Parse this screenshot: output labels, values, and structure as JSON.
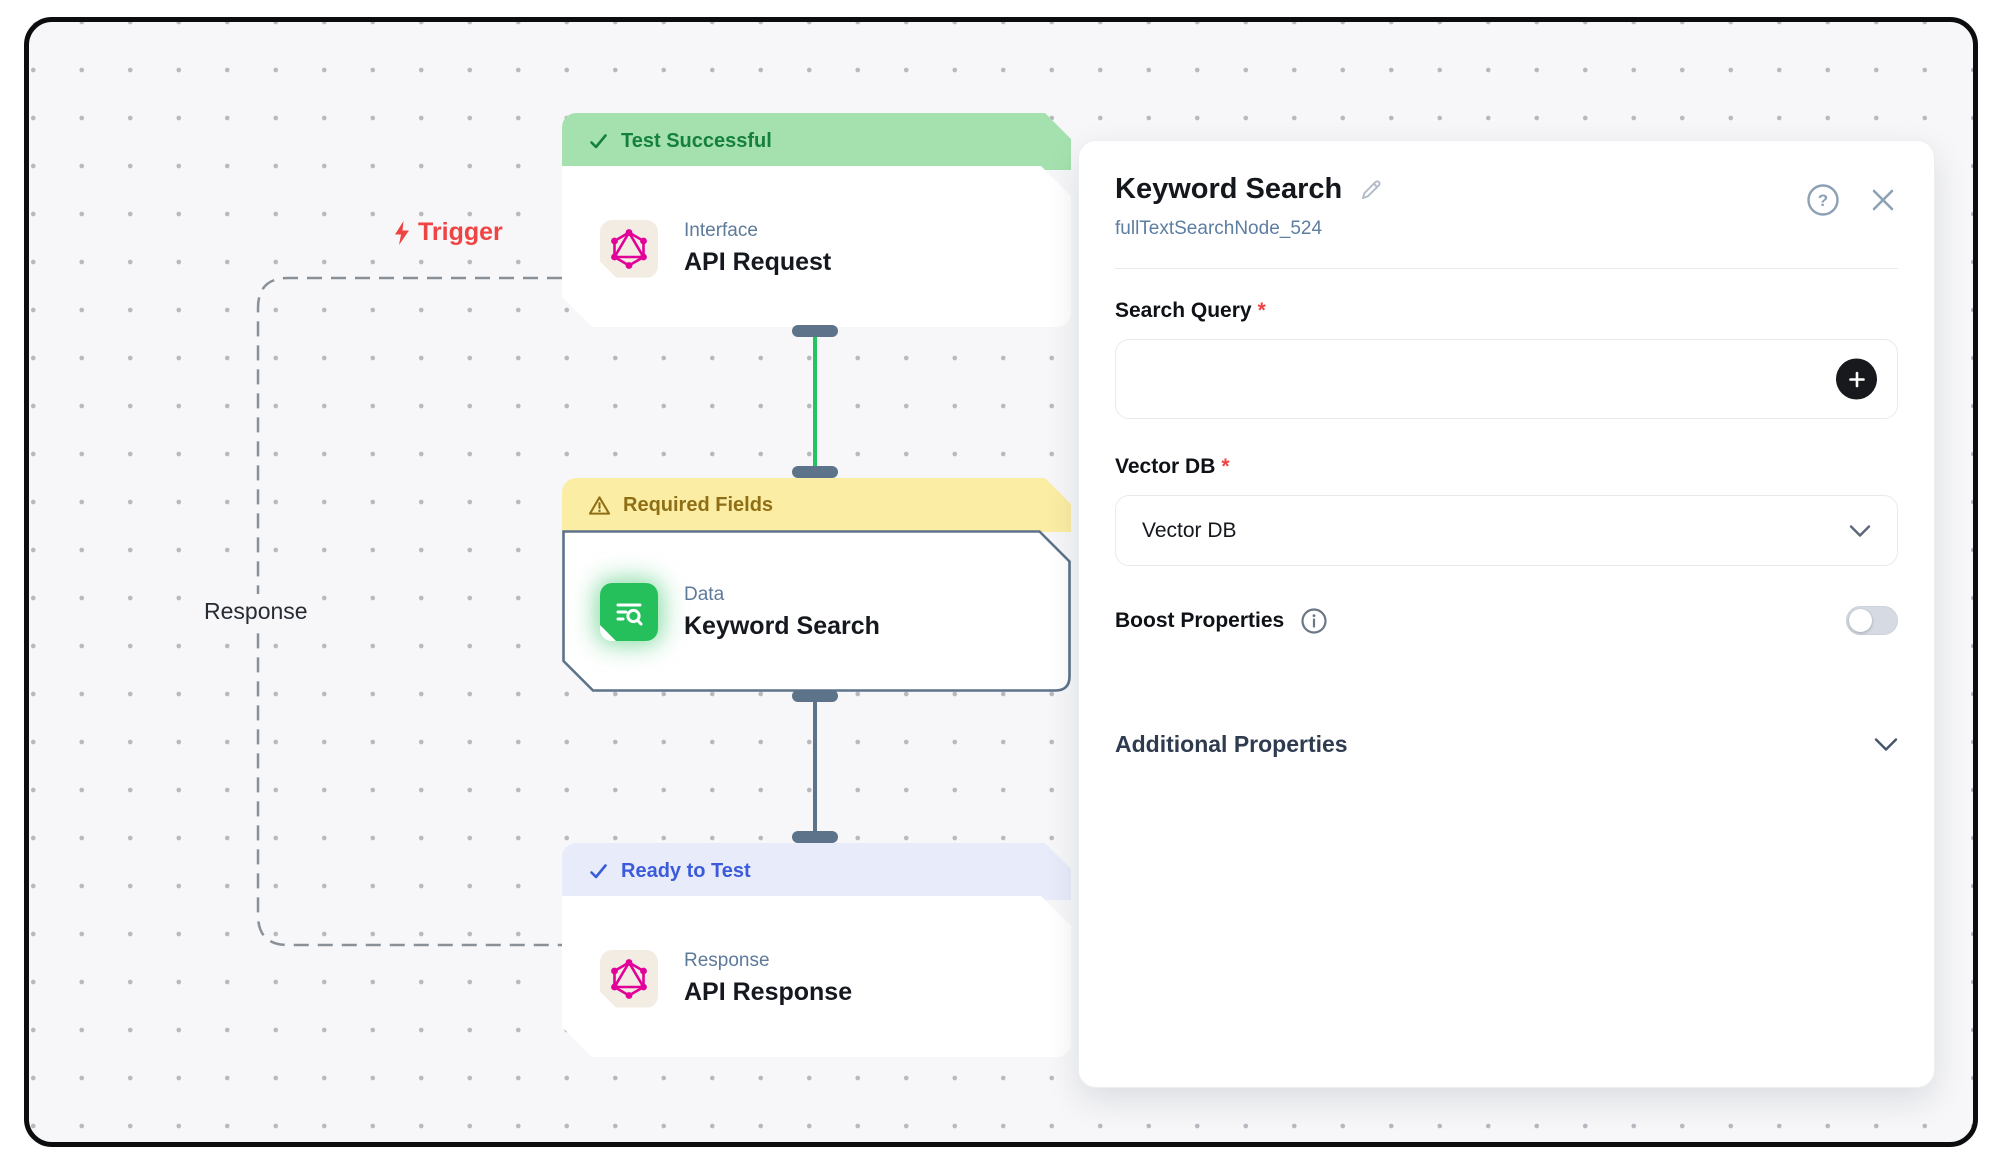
{
  "canvas": {
    "trigger_label": "Trigger",
    "response_label": "Response",
    "nodes": [
      {
        "status_label": "Test Successful",
        "status_type": "success",
        "type_label": "Interface",
        "title": "API Request",
        "icon": "graphql-icon"
      },
      {
        "status_label": "Required Fields",
        "status_type": "warning",
        "type_label": "Data",
        "title": "Keyword Search",
        "icon": "search-list-icon",
        "selected": true
      },
      {
        "status_label": "Ready to Test",
        "status_type": "info",
        "type_label": "Response",
        "title": "API Response",
        "icon": "graphql-icon"
      }
    ]
  },
  "panel": {
    "title": "Keyword Search",
    "subtitle": "fullTextSearchNode_524",
    "required_marker": "*",
    "fields": {
      "search_query": {
        "label": "Search Query",
        "required": true,
        "value": "",
        "placeholder": ""
      },
      "vector_db": {
        "label": "Vector DB",
        "required": true,
        "value": "Vector DB"
      },
      "boost_properties": {
        "label": "Boost Properties",
        "enabled": false
      }
    },
    "sections": {
      "additional_properties": "Additional Properties"
    }
  },
  "colors": {
    "canvas_bg": "#f7f7f9",
    "success_header_bg": "#a5e1af",
    "success_text": "#15803d",
    "warning_header_bg": "#fbeda3",
    "warning_text": "#8f6f16",
    "info_header_bg": "#e8ecfa",
    "info_text": "#3b5bdb",
    "selected_border": "#5d7389",
    "connector_green": "#22c55e",
    "connector_slate": "#5d7389",
    "trigger_red": "#ef4444",
    "graphql_pink": "#e10098",
    "data_icon_green": "#25c05c",
    "subtitle_blue": "#5d7da1"
  }
}
